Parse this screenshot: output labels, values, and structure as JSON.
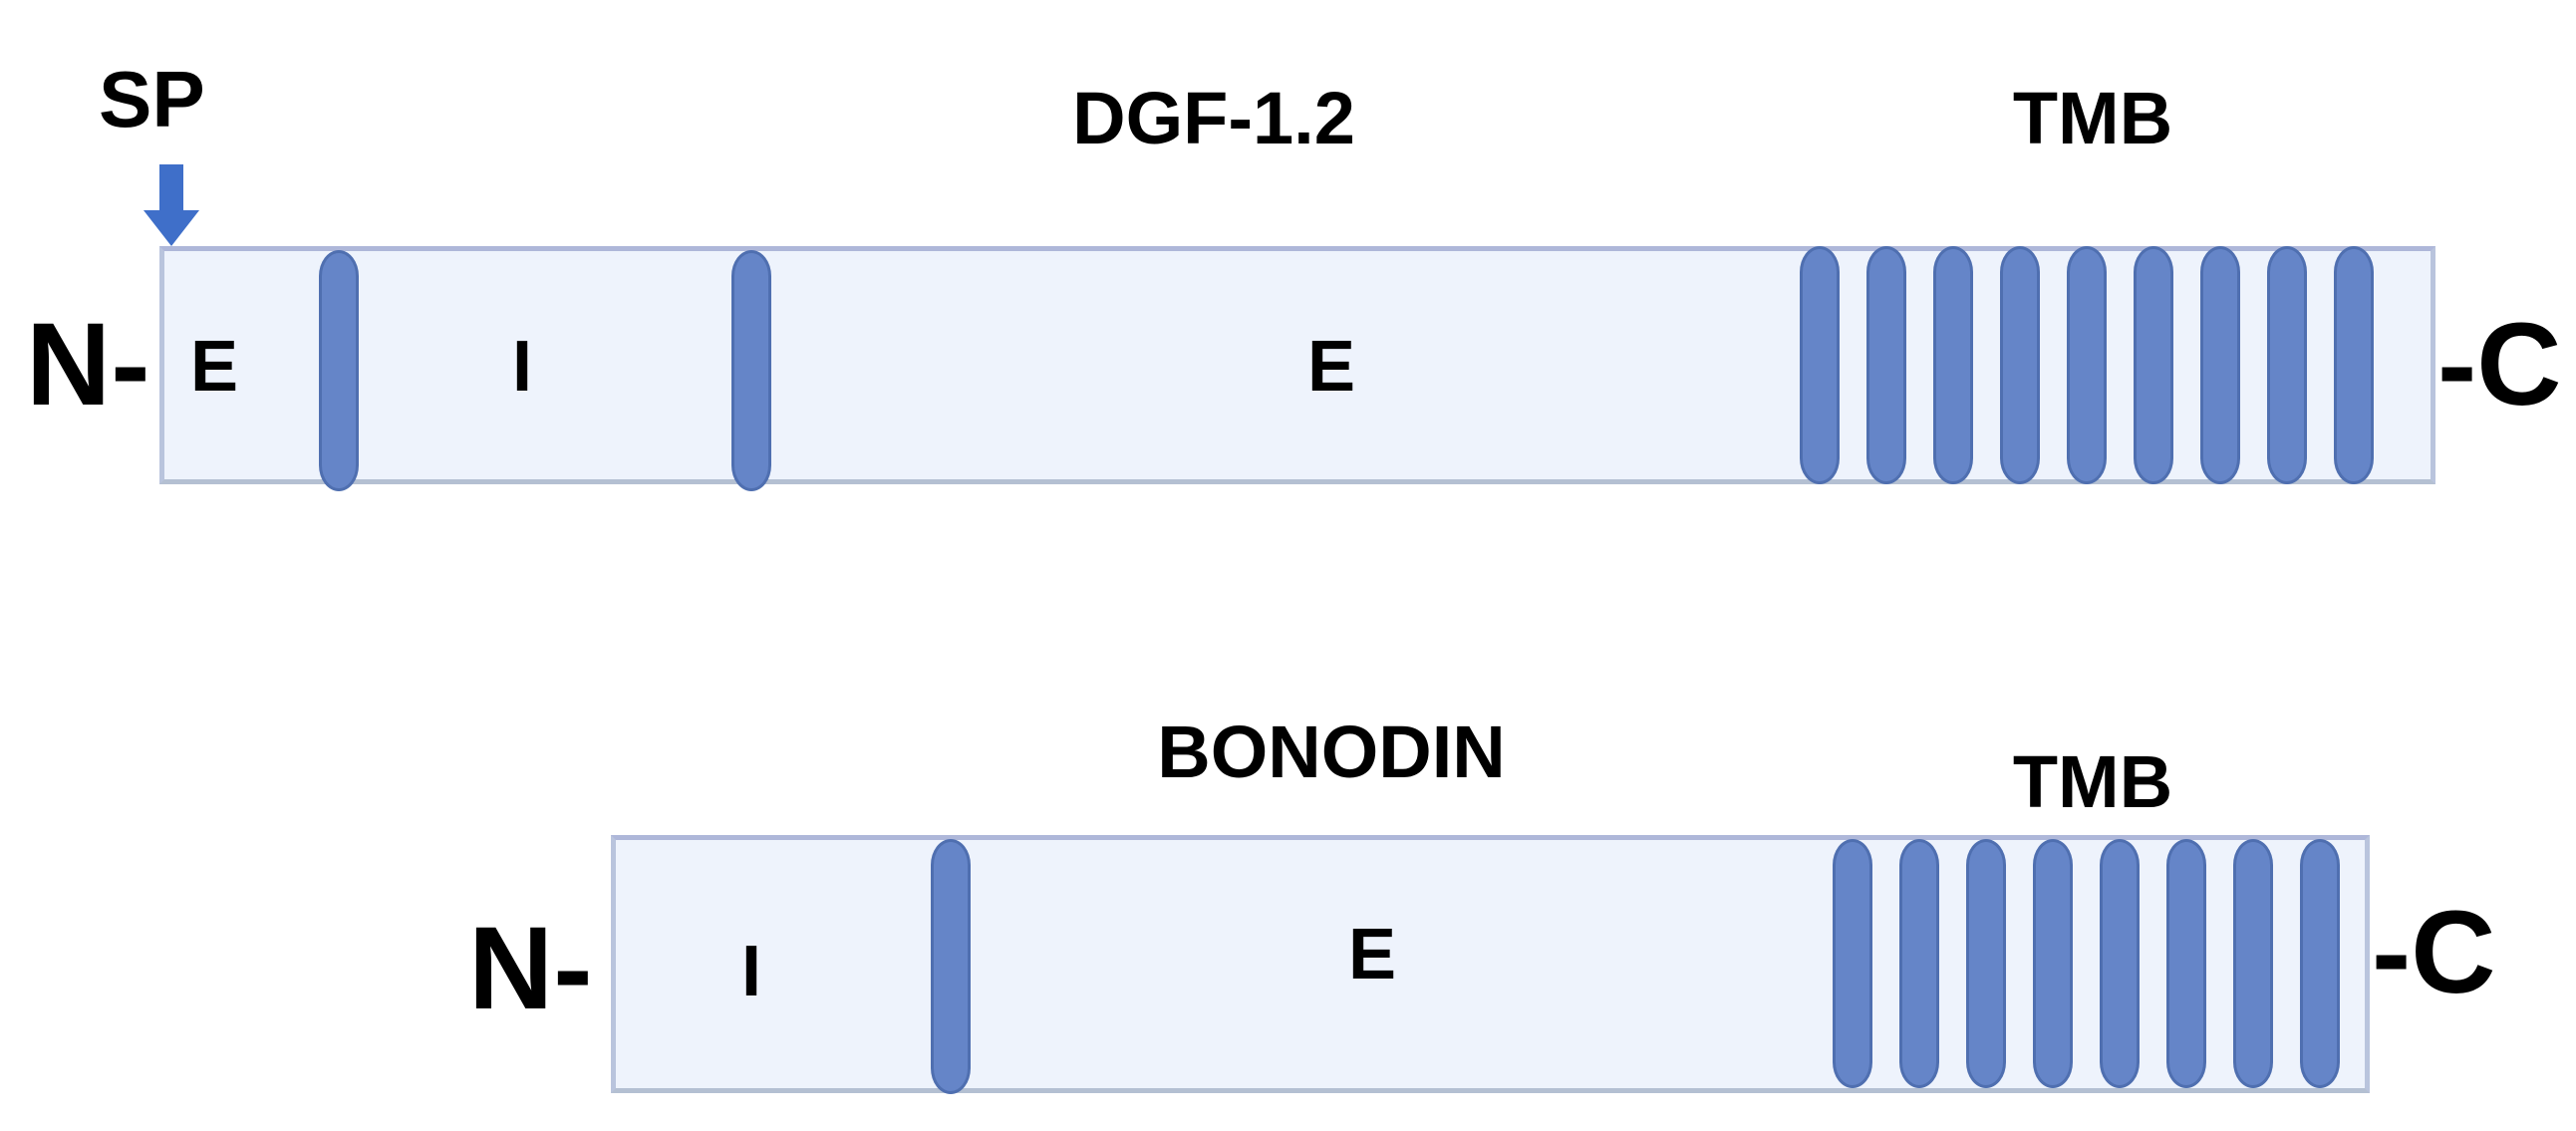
{
  "signal_peptide": {
    "label": "SP",
    "arrow_color": "#3f6fc9"
  },
  "proteins": [
    {
      "name": "DGF-1.2",
      "tmb_label": "TMB",
      "n_terminus": "N-",
      "c_terminus": "-C",
      "regions": [
        {
          "label": "E",
          "meaning": "extracellular"
        },
        {
          "label": "I",
          "meaning": "intracellular"
        },
        {
          "label": "E",
          "meaning": "extracellular"
        }
      ],
      "transmembrane_helices": 2,
      "tmb_strands": 9
    },
    {
      "name": "BONODIN",
      "tmb_label": "TMB",
      "n_terminus": "N-",
      "c_terminus": "-C",
      "regions": [
        {
          "label": "I",
          "meaning": "intracellular"
        },
        {
          "label": "E",
          "meaning": "extracellular"
        }
      ],
      "transmembrane_helices": 1,
      "tmb_strands": 8
    }
  ],
  "colors": {
    "bar_fill": "#eef3fc",
    "bar_border": "#b9c4dd",
    "segment_fill": "#6585c8",
    "segment_border": "#4f6fb0",
    "text": "#000000"
  }
}
